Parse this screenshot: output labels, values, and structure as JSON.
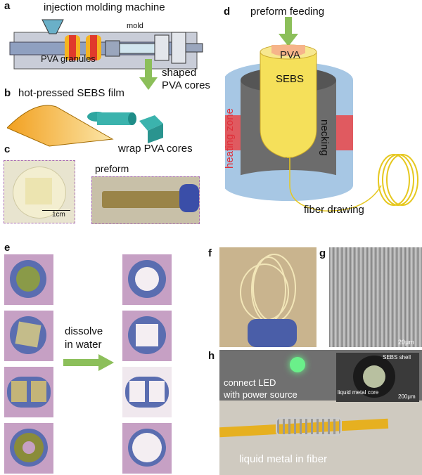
{
  "panels": {
    "a": {
      "label": "a",
      "machine": "injection molding machine",
      "mold": "mold",
      "granules": "PVA granules"
    },
    "b": {
      "label": "b",
      "film": "hot-pressed SEBS film",
      "cores": "shaped\nPVA cores",
      "wrap": "wrap PVA cores"
    },
    "c": {
      "label": "c",
      "preform": "preform",
      "scale": "1cm"
    },
    "d": {
      "label": "d",
      "feeding": "preform feeding",
      "pva": "PVA",
      "sebs": "SEBS",
      "heating": "heating zone",
      "necking": "necking",
      "drawing": "fiber drawing"
    },
    "e": {
      "label": "e",
      "dissolve": "dissolve\nin water"
    },
    "f": {
      "label": "f"
    },
    "g": {
      "label": "g",
      "scale": "20μm"
    },
    "h": {
      "label": "h",
      "led": "connect LED\nwith power source",
      "metal": "liquid metal in fiber",
      "shell": "SEBS shell",
      "core": "liquid metal core",
      "inset_scale": "200μm"
    }
  },
  "colors": {
    "accent_green": "#8cbf5a",
    "sebs_yellow": "#f2d24a",
    "heating_red": "#e05a60",
    "blue_zone": "#a7c7e4"
  }
}
